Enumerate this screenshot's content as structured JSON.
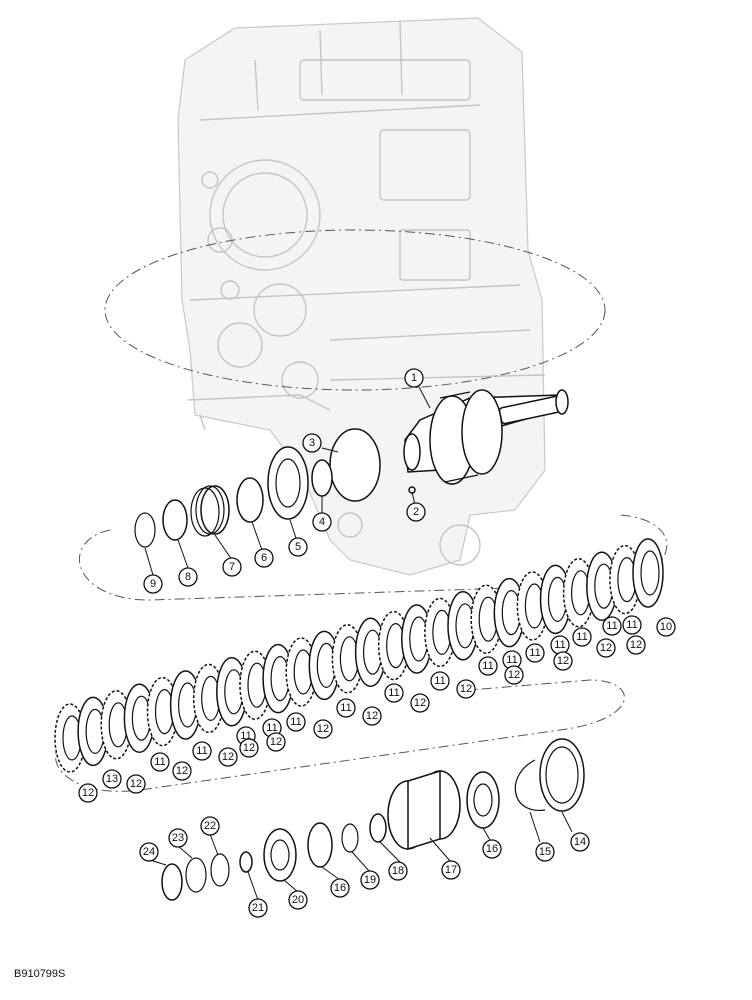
{
  "diagram": {
    "reference_code": "B910799S",
    "callouts": [
      "1",
      "2",
      "3",
      "4",
      "5",
      "6",
      "7",
      "8",
      "9",
      "10",
      "11",
      "11",
      "11",
      "11",
      "11",
      "11",
      "11",
      "11",
      "11",
      "11",
      "11",
      "11",
      "11",
      "11",
      "11",
      "12",
      "12",
      "12",
      "12",
      "12",
      "12",
      "12",
      "12",
      "12",
      "12",
      "12",
      "12",
      "12",
      "12",
      "13",
      "14",
      "15",
      "16",
      "16",
      "17",
      "18",
      "19",
      "20",
      "21",
      "22",
      "23",
      "24"
    ]
  }
}
